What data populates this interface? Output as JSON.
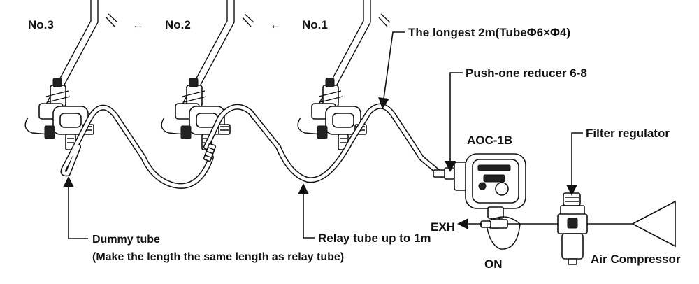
{
  "labels": {
    "no3": "No.3",
    "no2": "No.2",
    "no1": "No.1",
    "arrow_left": "←",
    "longest": "The longest 2m(TubeΦ6×Φ4)",
    "reducer": "Push-one reducer 6-8",
    "aoc": "AOC-1B",
    "filter": "Filter regulator",
    "exh": "EXH",
    "on": "ON",
    "compressor": "Air Compressor",
    "relay": "Relay tube up to 1m",
    "dummy_line1": "Dummy tube",
    "dummy_line2": "(Make the length the same length as relay tube)"
  },
  "icons": {
    "arrow_no3_no2": "left-arrow-icon",
    "arrow_no2_no1": "left-arrow-icon",
    "oiler_no1": "oiler-icon",
    "oiler_no2": "oiler-icon",
    "oiler_no3": "oiler-icon",
    "aoc_unit": "aoc-controller-icon",
    "filter_regulator": "filter-regulator-icon",
    "compressor": "air-compressor-icon"
  },
  "colors": {
    "line": "#111111",
    "background": "#ffffff"
  }
}
